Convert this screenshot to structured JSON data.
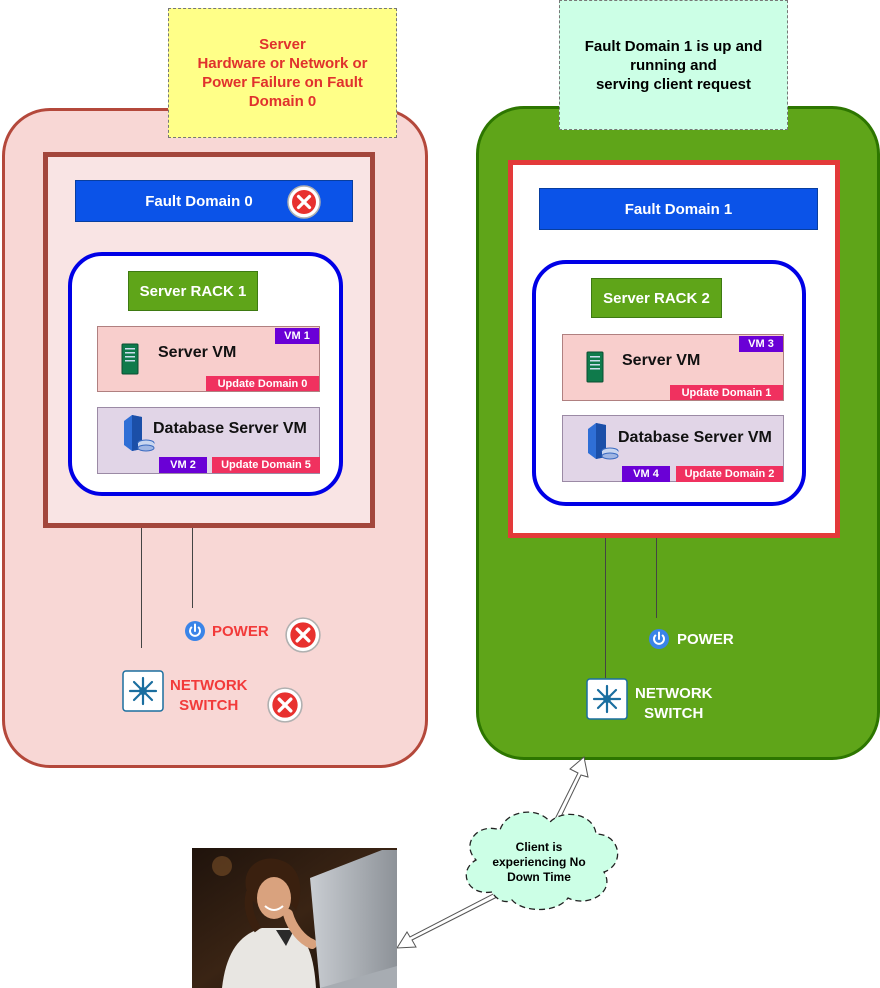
{
  "notes": {
    "failure": "Server\nHardware or Network or\nPower Failure on Fault\nDomain 0",
    "running": "Fault Domain 1 is up and\nrunning and\nserving client request"
  },
  "fault_domain_0": {
    "header": "Fault Domain 0",
    "rack": "Server RACK 1",
    "server_vm": {
      "title": "Server VM",
      "vm_tag": "VM 1",
      "update_domain": "Update Domain 0"
    },
    "db_vm": {
      "title": "Database Server VM",
      "vm_tag": "VM 2",
      "update_domain": "Update Domain 5"
    },
    "power": "POWER",
    "network_switch": "NETWORK\nSWITCH",
    "status": "failed"
  },
  "fault_domain_1": {
    "header": "Fault Domain 1",
    "rack": "Server RACK 2",
    "server_vm": {
      "title": "Server VM",
      "vm_tag": "VM 3",
      "update_domain": "Update Domain 1"
    },
    "db_vm": {
      "title": "Database Server VM",
      "vm_tag": "VM 4",
      "update_domain": "Update Domain 2"
    },
    "power": "POWER",
    "network_switch": "NETWORK\nSWITCH",
    "status": "running"
  },
  "client_cloud": "Client is\nexperiencing No\nDown Time",
  "colors": {
    "failed_region": "#f8d7d5",
    "running_region": "#5fa519",
    "fault_domain_header": "#0b53e8",
    "rack_border": "#0000e6",
    "vm_tag": "#6a00d6",
    "update_domain_tag": "#f0315f",
    "failure_note": "#ffff88",
    "running_note": "#ccffe6",
    "error_icon": "#e8312f"
  },
  "icons": [
    "error-x-icon",
    "server-icon",
    "database-server-icon",
    "power-icon",
    "network-switch-icon",
    "cloud-shape",
    "arrow"
  ]
}
